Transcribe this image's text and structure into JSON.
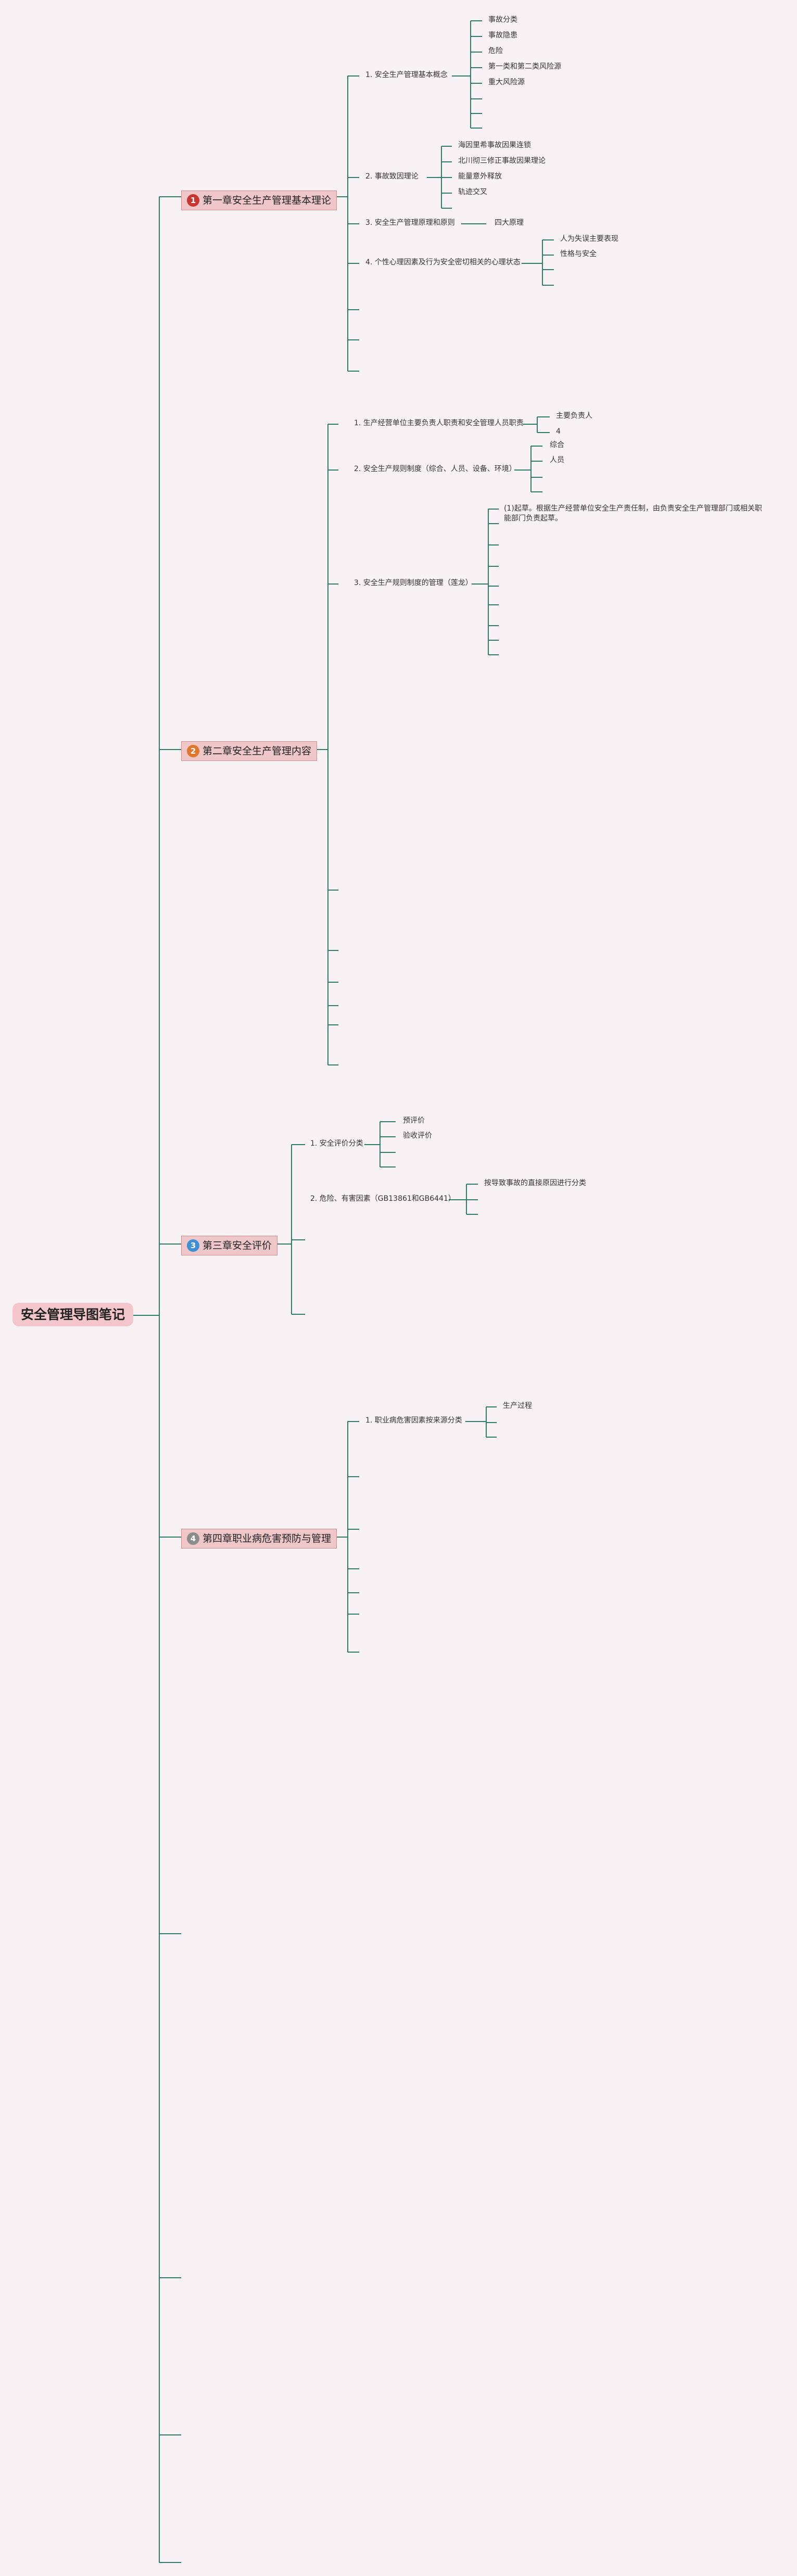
{
  "colors": {
    "line": "#2f7d67",
    "badge1": "#c8362f",
    "badge2": "#e0782c",
    "badge3": "#3d8fd6",
    "badge4": "#8c8c8c"
  },
  "root": {
    "title": "安全管理导图笔记"
  },
  "ch1": {
    "num": "1",
    "title": "第一章安全生产管理基本理论",
    "s1": {
      "title": "1. 安全生产管理基本概念",
      "items": [
        "事故分类",
        "事故隐患",
        "危险",
        "第一类和第二类风险源",
        "重大风险源"
      ]
    },
    "s2": {
      "title": "2. 事故致因理论",
      "items": [
        "海因里希事故因果连锁",
        "北川彻三修正事故因果理论",
        "能量意外释放",
        "轨迹交叉"
      ]
    },
    "s3": {
      "title": "3. 安全生产管理原理和原则",
      "item": "四大原理"
    },
    "s4": {
      "title": "4. 个性心理因素及行为安全密切相关的心理状态",
      "items": [
        "人为失误主要表现",
        "性格与安全"
      ]
    }
  },
  "ch2": {
    "num": "2",
    "title": "第二章安全生产管理内容",
    "s1": {
      "title": "1. 生产经营单位主要负责人职责和安全管理人员职责",
      "items": [
        "主要负责人",
        "4"
      ]
    },
    "s2": {
      "title": "2. 安全生产规则制度（综合、人员、设备、环境）",
      "items": [
        "综合",
        "人员"
      ]
    },
    "s3": {
      "title": "3. 安全生产规则制度的管理（莲龙）",
      "items": [
        "(1)起草。根据生产经营单位安全生产责任制，由负责安全生产管理部门或相关职能部门负责起草。"
      ]
    }
  },
  "ch3": {
    "num": "3",
    "title": "第三章安全评价",
    "s1": {
      "title": "1. 安全评价分类",
      "items": [
        "预评价",
        "验收评价"
      ]
    },
    "s2": {
      "title": "2. 危险、有害因素（GB13861和GB6441）",
      "item": "按导致事故的直接原因进行分类"
    }
  },
  "ch4": {
    "num": "4",
    "title": "第四章职业病危害预防与管理",
    "s1": {
      "title": "1. 职业病危害因素按来源分类",
      "item": "生产过程"
    }
  }
}
